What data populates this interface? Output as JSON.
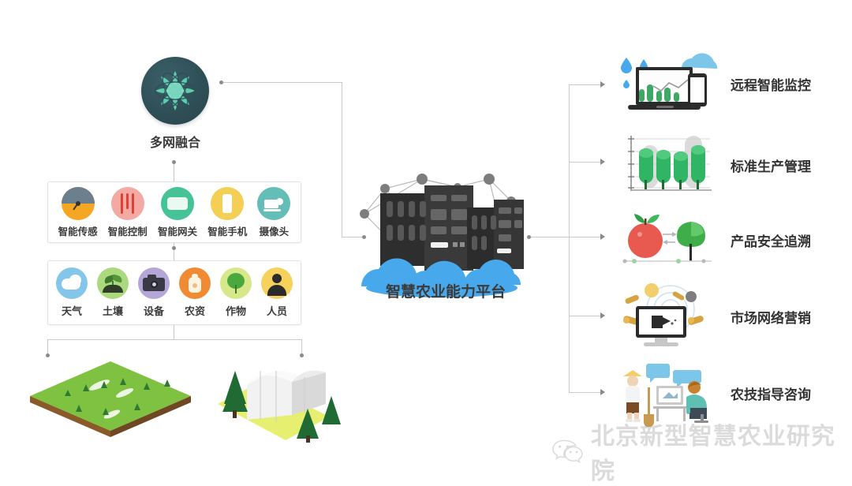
{
  "nodes": {
    "multi_network": {
      "label": "多网融合",
      "icon": "atom-icon",
      "color": "#2f4f57"
    },
    "platform": {
      "label": "智慧农业能力平台",
      "icon": "cloud-server-icon",
      "cloud_color": "#47a8ec",
      "server_color": "#3a3a3a"
    }
  },
  "device_panel": {
    "items": [
      {
        "label": "智能传感",
        "icon": "gauge-icon",
        "color": "#f5a623"
      },
      {
        "label": "智能控制",
        "icon": "sliders-icon",
        "color": "#f4a9a2"
      },
      {
        "label": "智能网关",
        "icon": "gateway-icon",
        "color": "#46c396"
      },
      {
        "label": "智能手机",
        "icon": "smartphone-icon",
        "color": "#f4cf55"
      },
      {
        "label": "摄像头",
        "icon": "camera-icon",
        "color": "#64bdb7"
      }
    ]
  },
  "data_panel": {
    "items": [
      {
        "label": "天气",
        "icon": "cloud-weather-icon",
        "color": "#84c5ea"
      },
      {
        "label": "土壤",
        "icon": "sprout-soil-icon",
        "color": "#aad97e"
      },
      {
        "label": "设备",
        "icon": "equipment-camera-icon",
        "color": "#b4a6d6"
      },
      {
        "label": "农资",
        "icon": "supply-bag-icon",
        "color": "#f08a33"
      },
      {
        "label": "作物",
        "icon": "crop-tree-icon",
        "color": "#d6e88a"
      },
      {
        "label": "人员",
        "icon": "person-icon",
        "color": "#f6d25c"
      }
    ]
  },
  "field_scenes": [
    {
      "name": "farm-field-illustration",
      "color": "#7fc241"
    },
    {
      "name": "greenhouse-illustration",
      "color": "#e9e9e9"
    }
  ],
  "applications": [
    {
      "label": "远程智能监控",
      "icon": "remote-monitoring-icon"
    },
    {
      "label": "标准生产管理",
      "icon": "production-chart-icon"
    },
    {
      "label": "产品安全追溯",
      "icon": "traceability-icon"
    },
    {
      "label": "市场网络营销",
      "icon": "marketing-icon"
    },
    {
      "label": "农技指导咨询",
      "icon": "consulting-icon"
    }
  ],
  "watermark": {
    "text": "北京新型智慧农业研究院",
    "icon": "wechat-icon",
    "color": "#9a9a9a"
  }
}
